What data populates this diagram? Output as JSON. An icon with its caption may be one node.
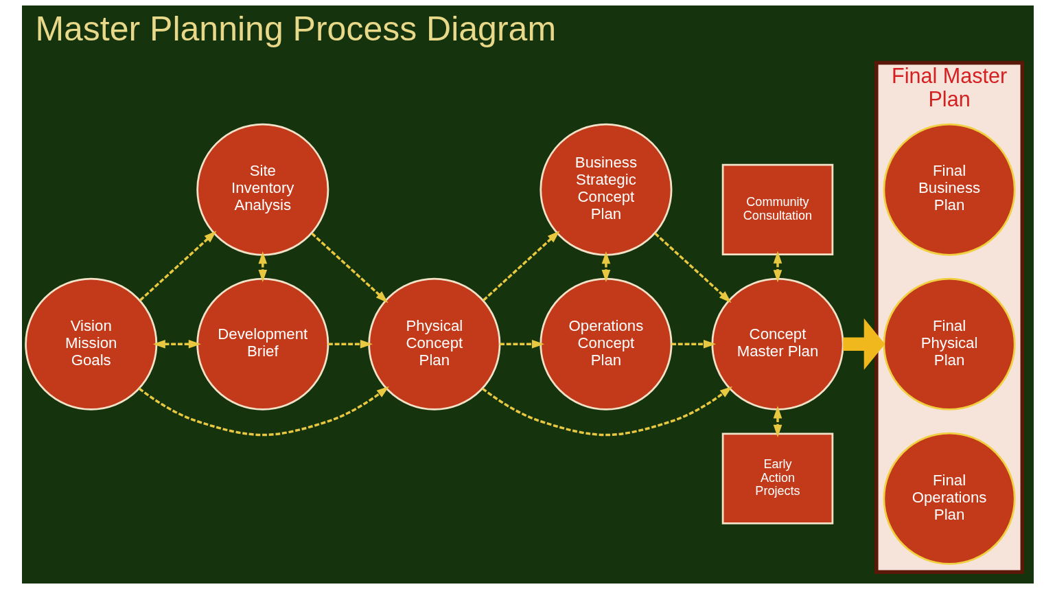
{
  "diagram": {
    "title": "Master Planning Process Diagram",
    "nodes": [
      {
        "text": [
          "Vision Mission Goals"
        ]
      },
      {
        "text": [
          "Site Inventory Analysis"
        ]
      },
      {
        "text": [
          "Development Brief"
        ]
      },
      {
        "text": [
          "Physical Concept Plan"
        ]
      },
      {
        "text": [
          "Business Strategic Concept Plan"
        ]
      },
      {
        "text": [
          "Operations Concept Plan"
        ]
      },
      {
        "text": [
          "Community Consultation"
        ]
      },
      {
        "text": [
          "Concept Master Plan"
        ]
      },
      {
        "text": [
          "Early Action Projects"
        ]
      },
      {
        "text": [
          "Final Master Plan"
        ]
      },
      {
        "text": [
          "Final Business Plan"
        ],
        "in": 9
      },
      {
        "text": [
          "Final Physical Plan"
        ],
        "in": 9
      },
      {
        "text": [
          "Final Operations Plan"
        ],
        "in": 9
      }
    ],
    "edges": [
      {
        "from": 0,
        "to": 1,
        "arrow": "to",
        "style": "dashed"
      },
      {
        "from": 0,
        "to": 2,
        "arrow": "both",
        "style": "dashed"
      },
      {
        "from": 1,
        "to": 2,
        "arrow": "both",
        "style": "dashed"
      },
      {
        "from": 0,
        "to": 3,
        "arrow": "to",
        "style": "dashed"
      },
      {
        "from": 1,
        "to": 3,
        "arrow": "to",
        "style": "dashed"
      },
      {
        "from": 2,
        "to": 3,
        "arrow": "to",
        "style": "dashed"
      },
      {
        "from": 3,
        "to": 4,
        "arrow": "to",
        "style": "dashed"
      },
      {
        "from": 3,
        "to": 5,
        "arrow": "to",
        "style": "dashed"
      },
      {
        "from": 3,
        "to": 7,
        "arrow": "to",
        "style": "dashed"
      },
      {
        "from": 4,
        "to": 5,
        "arrow": "both",
        "style": "dashed"
      },
      {
        "from": 4,
        "to": 7,
        "arrow": "to",
        "style": "dashed"
      },
      {
        "from": 5,
        "to": 7,
        "arrow": "to",
        "style": "dashed"
      },
      {
        "from": 6,
        "to": 7,
        "arrow": "both",
        "style": "dashed"
      },
      {
        "from": 7,
        "to": 8,
        "arrow": "both",
        "style": "dashed"
      },
      {
        "from": 7,
        "to": 9,
        "arrow": "to",
        "style": "thick",
        "color": "#f0b81c"
      }
    ]
  }
}
